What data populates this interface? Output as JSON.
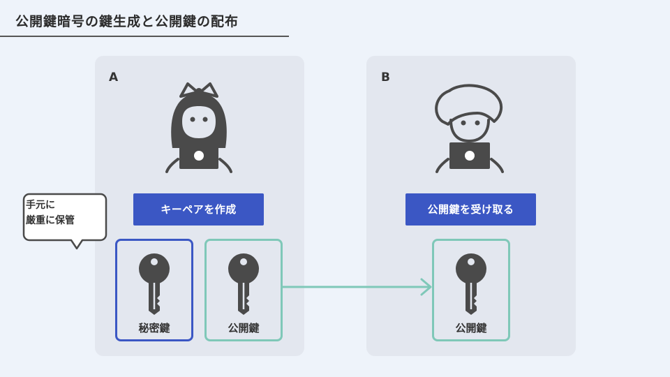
{
  "title": "公開鍵暗号の鍵生成と公開鍵の配布",
  "panel_a": {
    "label": "A",
    "action": "キーペアを作成",
    "keys": [
      {
        "label": "秘密鍵",
        "kind": "private"
      },
      {
        "label": "公開鍵",
        "kind": "public"
      }
    ]
  },
  "panel_b": {
    "label": "B",
    "action": "公開鍵を受け取る",
    "keys": [
      {
        "label": "公開鍵",
        "kind": "public"
      }
    ]
  },
  "speech_bubble": {
    "line1": "手元に",
    "line2": "厳重に保管"
  },
  "colors": {
    "background": "#EEF3FA",
    "panel": "#E3E7EF",
    "action": "#3B57C4",
    "private_key_border": "#3B57C4",
    "public_key_border": "#7FC8B8",
    "arrow": "#7FC8B8",
    "figure": "#4A4A4A"
  }
}
